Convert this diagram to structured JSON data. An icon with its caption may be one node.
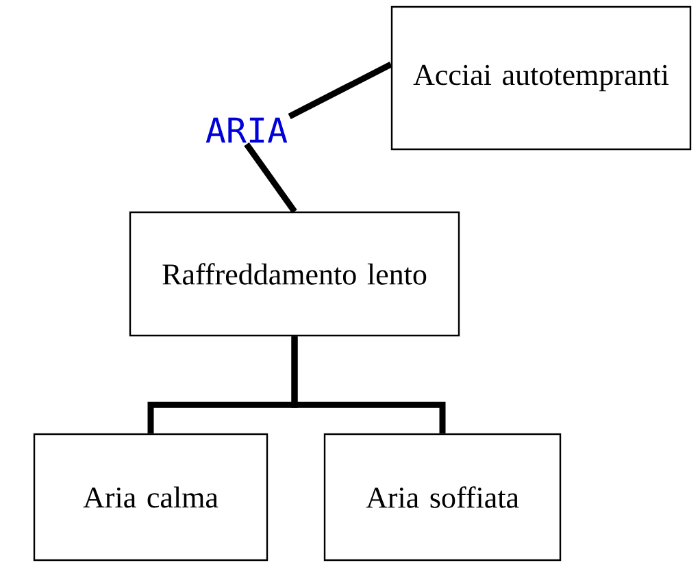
{
  "diagram": {
    "nodes": [
      {
        "text": [
          "ARIA"
        ]
      },
      {
        "text": [
          "Acciai autotempranti"
        ]
      },
      {
        "text": [
          "Raffreddamento lento"
        ]
      },
      {
        "text": [
          "Aria calma"
        ]
      },
      {
        "text": [
          "Aria soffiata"
        ]
      }
    ],
    "edges": [
      {
        "from": 0,
        "to": 1,
        "arrow": "none"
      },
      {
        "from": 0,
        "to": 2,
        "arrow": "none"
      },
      {
        "from": 2,
        "to": 3,
        "arrow": "none"
      },
      {
        "from": 2,
        "to": 4,
        "arrow": "none"
      }
    ]
  }
}
